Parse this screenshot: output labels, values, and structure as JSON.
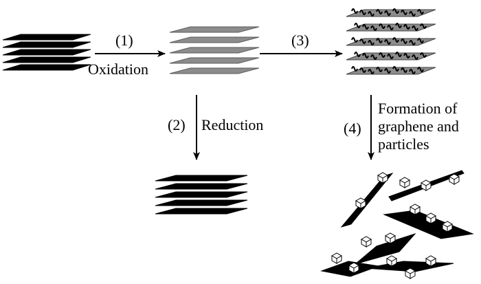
{
  "steps": {
    "s1": "(1)",
    "s2": "(2)",
    "s3": "(3)",
    "s4": "(4)"
  },
  "labels": {
    "oxidation": "Oxidation",
    "reduction": "Reduction",
    "formation": [
      "Formation of",
      "graphene and",
      "particles"
    ]
  },
  "colors": {
    "graphite": "#000000",
    "graphite_oxide": "#8c8c8c",
    "particle": "#ffffff"
  },
  "icons": [
    "graphite-stack-icon",
    "graphite-oxide-stack-icon",
    "reduced-graphene-stack-icon",
    "graphene-oxide-with-precursors-icon",
    "graphene-with-particles-icon"
  ]
}
